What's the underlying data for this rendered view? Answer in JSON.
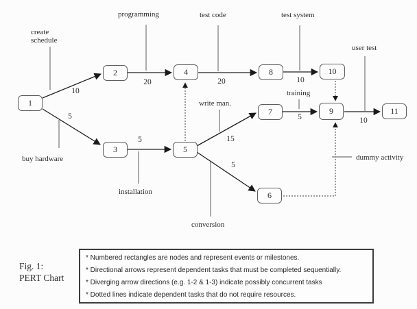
{
  "nodes": {
    "n1": "1",
    "n2": "2",
    "n3": "3",
    "n4": "4",
    "n5": "5",
    "n6": "6",
    "n7": "7",
    "n8": "8",
    "n9": "9",
    "n10": "10",
    "n11": "11"
  },
  "edges": [
    {
      "from": "1",
      "to": "2",
      "weight": "10",
      "task": "create schedule",
      "style": "solid"
    },
    {
      "from": "1",
      "to": "3",
      "weight": "5",
      "task": "buy hardware",
      "style": "solid"
    },
    {
      "from": "2",
      "to": "4",
      "weight": "20",
      "task": "programming",
      "style": "solid"
    },
    {
      "from": "3",
      "to": "5",
      "weight": "5",
      "task": "installation",
      "style": "solid"
    },
    {
      "from": "4",
      "to": "8",
      "weight": "20",
      "task": "test code",
      "style": "solid"
    },
    {
      "from": "5",
      "to": "7",
      "weight": "15",
      "task": "write man.",
      "style": "solid"
    },
    {
      "from": "5",
      "to": "6",
      "weight": "5",
      "task": "conversion",
      "style": "solid"
    },
    {
      "from": "7",
      "to": "9",
      "weight": "5",
      "task": "training",
      "style": "solid"
    },
    {
      "from": "8",
      "to": "10",
      "weight": "10",
      "task": "test system",
      "style": "solid"
    },
    {
      "from": "9",
      "to": "11",
      "weight": "10",
      "task": "user test",
      "style": "solid"
    },
    {
      "from": "5",
      "to": "4",
      "style": "dotted"
    },
    {
      "from": "10",
      "to": "9",
      "style": "dotted"
    },
    {
      "from": "6",
      "to": "9",
      "task": "dummy activity",
      "style": "dotted"
    }
  ],
  "caption": {
    "line1": "Fig. 1:",
    "line2": "PERT Chart"
  },
  "legend": {
    "items": [
      "* Numbered rectangles are nodes and represent events or milestones.",
      "* Directional arrows represent dependent tasks that must be completed sequentially.",
      "* Diverging arrow directions (e.g. 1-2 & 1-3) indicate possibly concurrent tasks",
      "* Dotted lines indicate dependent tasks that do not require resources."
    ]
  },
  "colors": {
    "edge": "#1f1f1f",
    "callout": "#4a4a4a",
    "dummy_pointer": "#8a8a8a",
    "node_border": "#5e5e5e",
    "background": "#fcfcfc"
  }
}
